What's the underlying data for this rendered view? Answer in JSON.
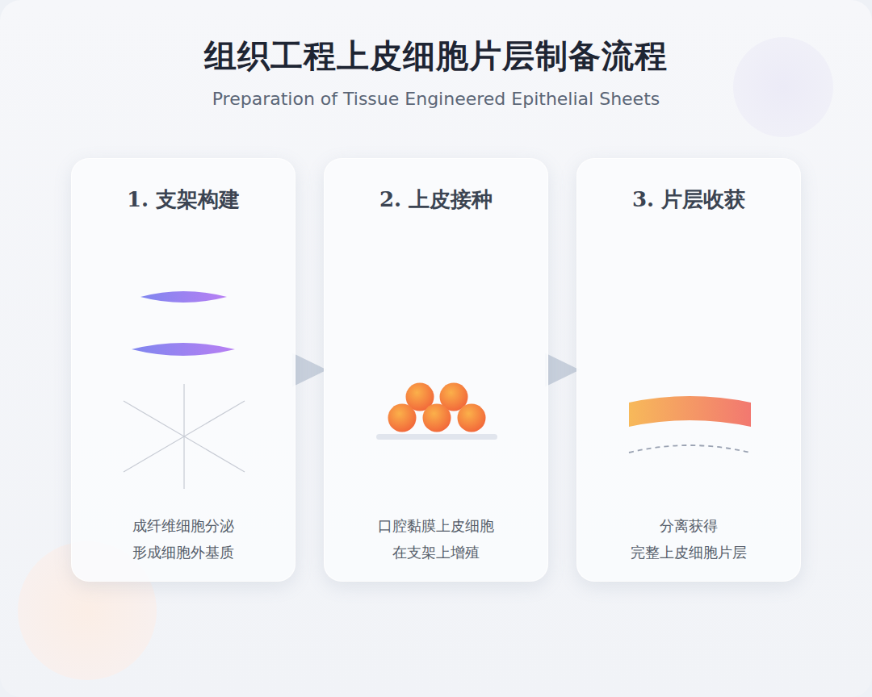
{
  "diagram": {
    "title": "组织工程上皮细胞片层制备流程",
    "caption": "Preparation of Tissue Engineered Epithelial Sheets",
    "nodes": [
      {
        "text": [
          "1. 支架构建",
          "成纤维细胞分泌 形成细胞外基质"
        ]
      },
      {
        "text": [
          "2. 上皮接种",
          "口腔黏膜上皮细胞 在支架上增殖"
        ]
      },
      {
        "text": [
          "3. 片层收获",
          "分离获得 完整上皮细胞片层"
        ]
      }
    ],
    "edges": [
      {
        "from": 0,
        "to": 1,
        "arrow": "to"
      },
      {
        "from": 1,
        "to": 2,
        "arrow": "to"
      }
    ]
  }
}
